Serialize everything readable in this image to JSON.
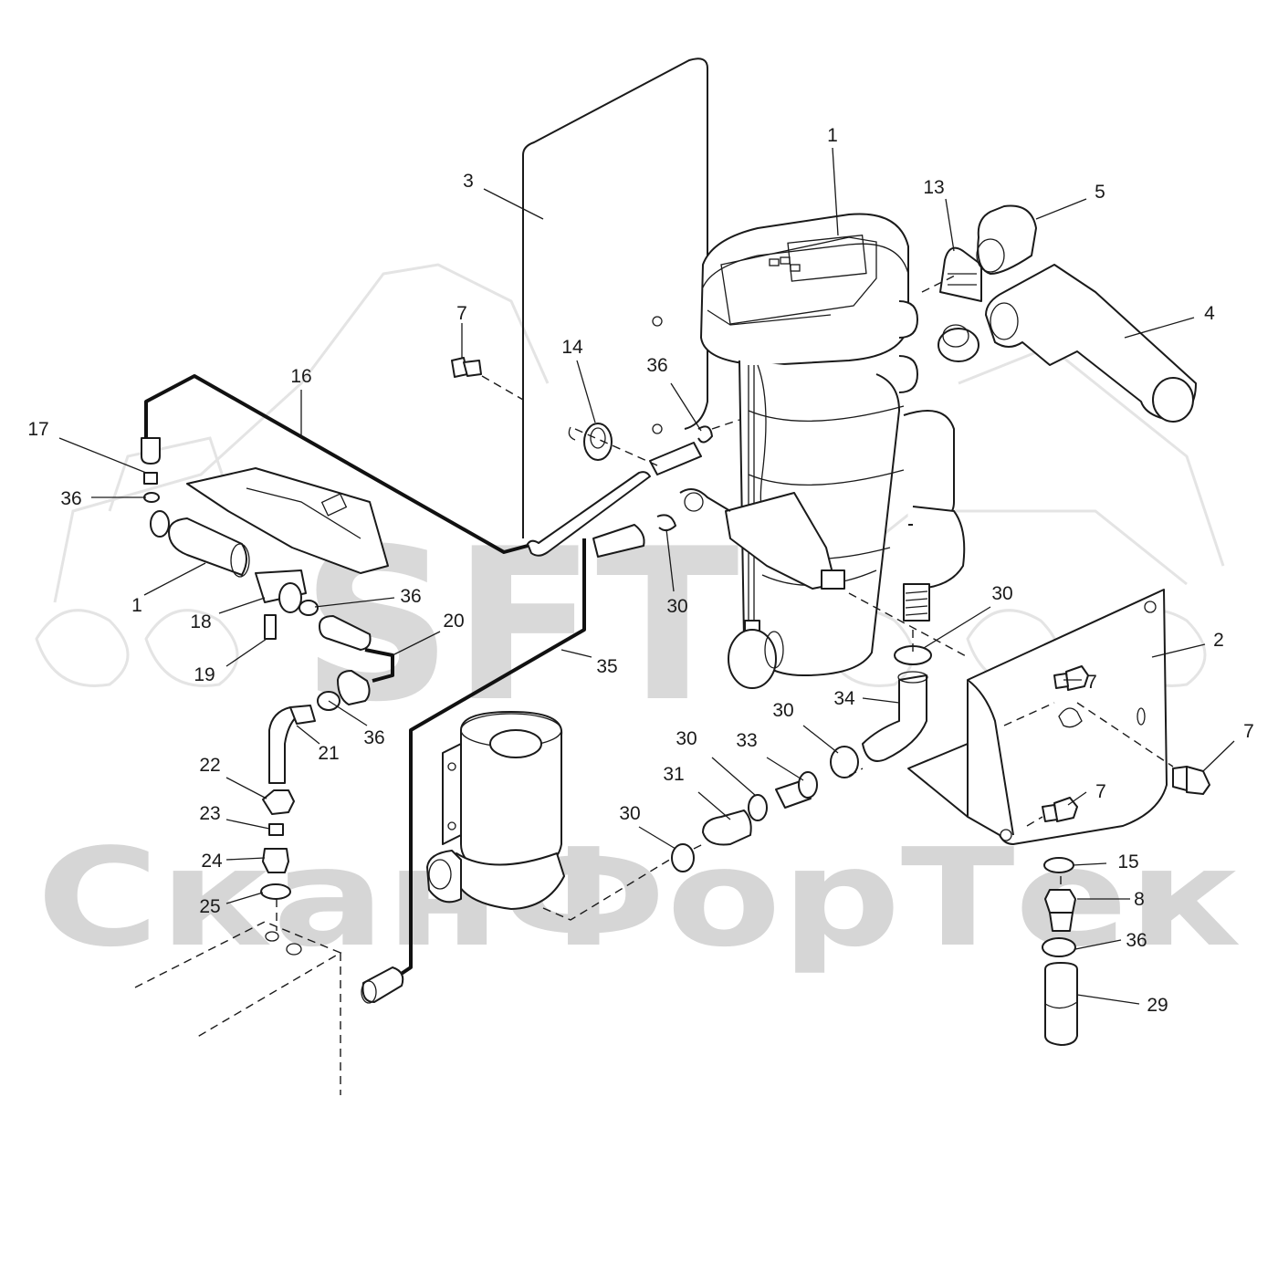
{
  "watermark": {
    "logo": "SFT",
    "brand": "СканФорТек"
  },
  "callouts": [
    {
      "id": "c1a",
      "text": "1"
    },
    {
      "id": "c1b",
      "text": "1"
    },
    {
      "id": "c2",
      "text": "2"
    },
    {
      "id": "c3",
      "text": "3"
    },
    {
      "id": "c4",
      "text": "4"
    },
    {
      "id": "c5",
      "text": "5"
    },
    {
      "id": "c7a",
      "text": "7"
    },
    {
      "id": "c7b",
      "text": "7"
    },
    {
      "id": "c7c",
      "text": "7"
    },
    {
      "id": "c7d",
      "text": "7"
    },
    {
      "id": "c8",
      "text": "8"
    },
    {
      "id": "c13",
      "text": "13"
    },
    {
      "id": "c14",
      "text": "14"
    },
    {
      "id": "c15",
      "text": "15"
    },
    {
      "id": "c16",
      "text": "16"
    },
    {
      "id": "c17",
      "text": "17"
    },
    {
      "id": "c18",
      "text": "18"
    },
    {
      "id": "c19",
      "text": "19"
    },
    {
      "id": "c20",
      "text": "20"
    },
    {
      "id": "c21",
      "text": "21"
    },
    {
      "id": "c22",
      "text": "22"
    },
    {
      "id": "c23",
      "text": "23"
    },
    {
      "id": "c24",
      "text": "24"
    },
    {
      "id": "c25",
      "text": "25"
    },
    {
      "id": "c29",
      "text": "29"
    },
    {
      "id": "c30a",
      "text": "30"
    },
    {
      "id": "c30b",
      "text": "30"
    },
    {
      "id": "c30c",
      "text": "30"
    },
    {
      "id": "c30d",
      "text": "30"
    },
    {
      "id": "c30e",
      "text": "30"
    },
    {
      "id": "c31",
      "text": "31"
    },
    {
      "id": "c33",
      "text": "33"
    },
    {
      "id": "c34",
      "text": "34"
    },
    {
      "id": "c35",
      "text": "35"
    },
    {
      "id": "c36a",
      "text": "36"
    },
    {
      "id": "c36b",
      "text": "36"
    },
    {
      "id": "c36c",
      "text": "36"
    },
    {
      "id": "c36d",
      "text": "36"
    },
    {
      "id": "c36e",
      "text": "36"
    }
  ]
}
